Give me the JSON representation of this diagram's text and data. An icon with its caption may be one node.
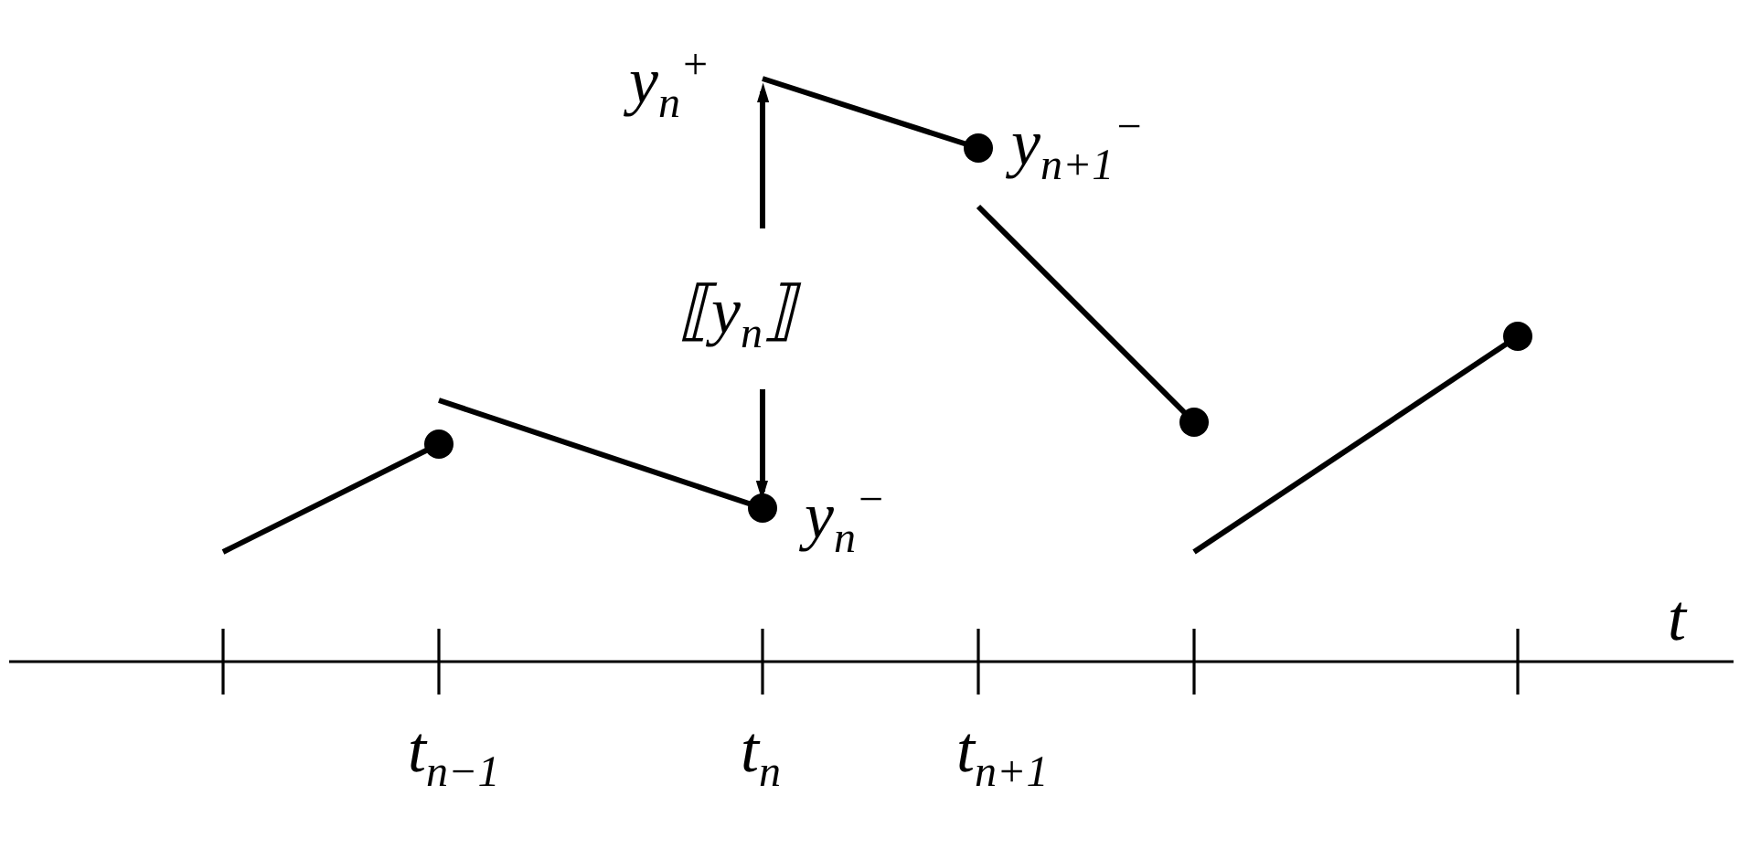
{
  "diagram": {
    "labels": [
      "y$_{n}$$^{+}$",
      "y$_{n+1}$$^{−}$",
      "⟦y$_{n}$⟧",
      "y$_{n}$$^{−}$",
      "t",
      "t$_{n−1}$",
      "t$_{n}$",
      "t$_{n+1}$"
    ]
  }
}
